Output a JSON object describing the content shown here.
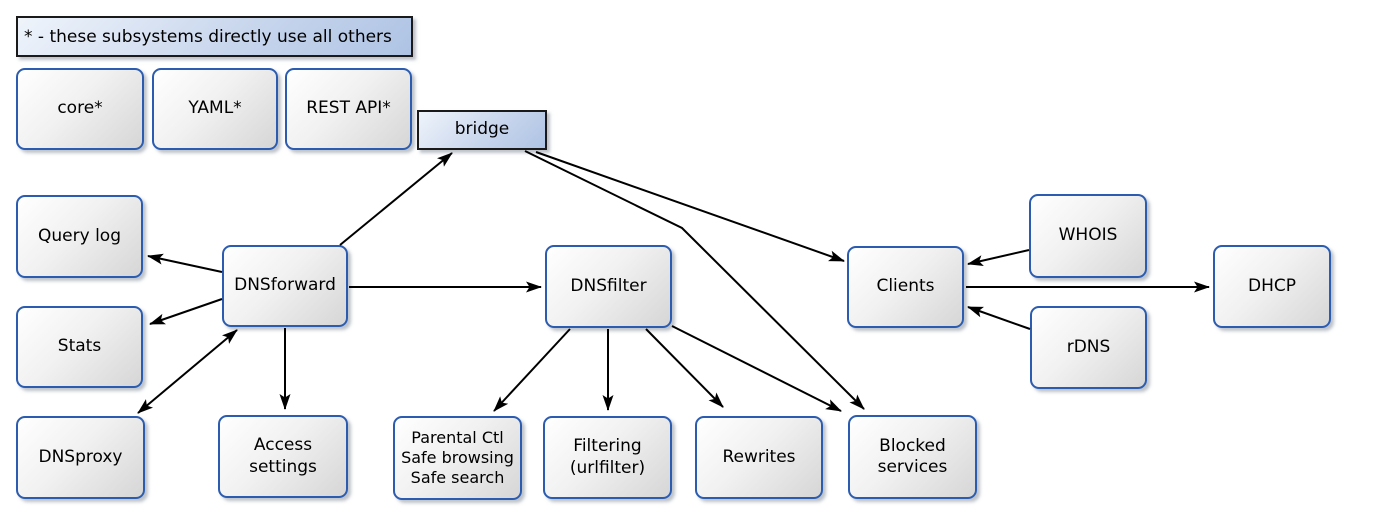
{
  "diagram": {
    "legend": {
      "text": "* - these subsystems directly use all others"
    },
    "nodes": {
      "core": {
        "label": "core*"
      },
      "yaml": {
        "label": "YAML*"
      },
      "rest_api": {
        "label": "REST API*"
      },
      "bridge": {
        "label": "bridge"
      },
      "query_log": {
        "label": "Query log"
      },
      "stats": {
        "label": "Stats"
      },
      "dnsproxy": {
        "label": "DNSproxy"
      },
      "dnsforward": {
        "label": "DNSforward"
      },
      "access_settings": {
        "label": "Access\nsettings"
      },
      "dnsfilter": {
        "label": "DNSfilter"
      },
      "parental": {
        "label": "Parental Ctl\nSafe browsing\nSafe search"
      },
      "filtering": {
        "label": "Filtering\n(urlfilter)"
      },
      "rewrites": {
        "label": "Rewrites"
      },
      "blocked_services": {
        "label": "Blocked\nservices"
      },
      "clients": {
        "label": "Clients"
      },
      "whois": {
        "label": "WHOIS"
      },
      "rdns": {
        "label": "rDNS"
      },
      "dhcp": {
        "label": "DHCP"
      }
    },
    "edges": [
      {
        "from": "DNSforward",
        "to": "bridge",
        "type": "arrow"
      },
      {
        "from": "bridge",
        "to": "Clients",
        "type": "arrow"
      },
      {
        "from": "bridge",
        "to": "Blocked services",
        "type": "arrow"
      },
      {
        "from": "DNSforward",
        "to": "Query log",
        "type": "arrow"
      },
      {
        "from": "DNSforward",
        "to": "Stats",
        "type": "arrow"
      },
      {
        "from": "DNSforward",
        "to": "DNSproxy",
        "type": "double-arrow"
      },
      {
        "from": "DNSforward",
        "to": "Access settings",
        "type": "arrow"
      },
      {
        "from": "DNSforward",
        "to": "DNSfilter",
        "type": "arrow"
      },
      {
        "from": "DNSfilter",
        "to": "Parental Ctl/Safe browsing/Safe search",
        "type": "arrow"
      },
      {
        "from": "DNSfilter",
        "to": "Filtering (urlfilter)",
        "type": "arrow"
      },
      {
        "from": "DNSfilter",
        "to": "Rewrites",
        "type": "arrow"
      },
      {
        "from": "DNSfilter",
        "to": "Blocked services",
        "type": "arrow"
      },
      {
        "from": "WHOIS",
        "to": "Clients",
        "type": "arrow"
      },
      {
        "from": "rDNS",
        "to": "Clients",
        "type": "arrow"
      },
      {
        "from": "Clients",
        "to": "DHCP",
        "type": "arrow"
      }
    ],
    "colors": {
      "node_border": "#2b5cb0",
      "node_fill_light": "#ffffff",
      "node_fill_dark": "#d6d6d6",
      "accent_fill_light": "#eff4fb",
      "accent_fill_dark": "#aec3e4",
      "accent_border": "#1a1a1a",
      "edge_line": "#000000",
      "background": "#ffffff"
    }
  }
}
